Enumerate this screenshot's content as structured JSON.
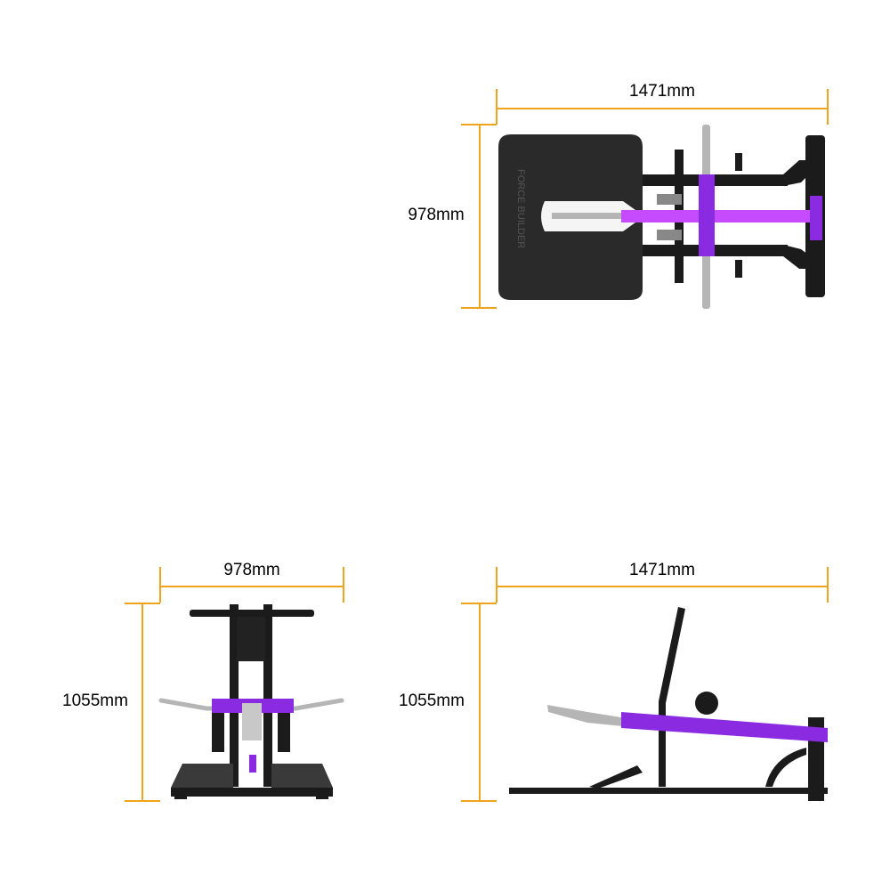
{
  "colors": {
    "dimension_line": "#f0a31c",
    "frame": "#1b1b1b",
    "accent": "#8a2be2",
    "accent_light": "#c64bff",
    "pad": "#2a2a2a",
    "steel": "#b5b5b5"
  },
  "top_view": {
    "width_label": "1471mm",
    "depth_label": "978mm",
    "pad_logo_text": "FORCE BUILDER"
  },
  "front_view": {
    "width_label": "978mm",
    "height_label": "1055mm"
  },
  "side_view": {
    "length_label": "1471mm",
    "height_label": "1055mm"
  }
}
